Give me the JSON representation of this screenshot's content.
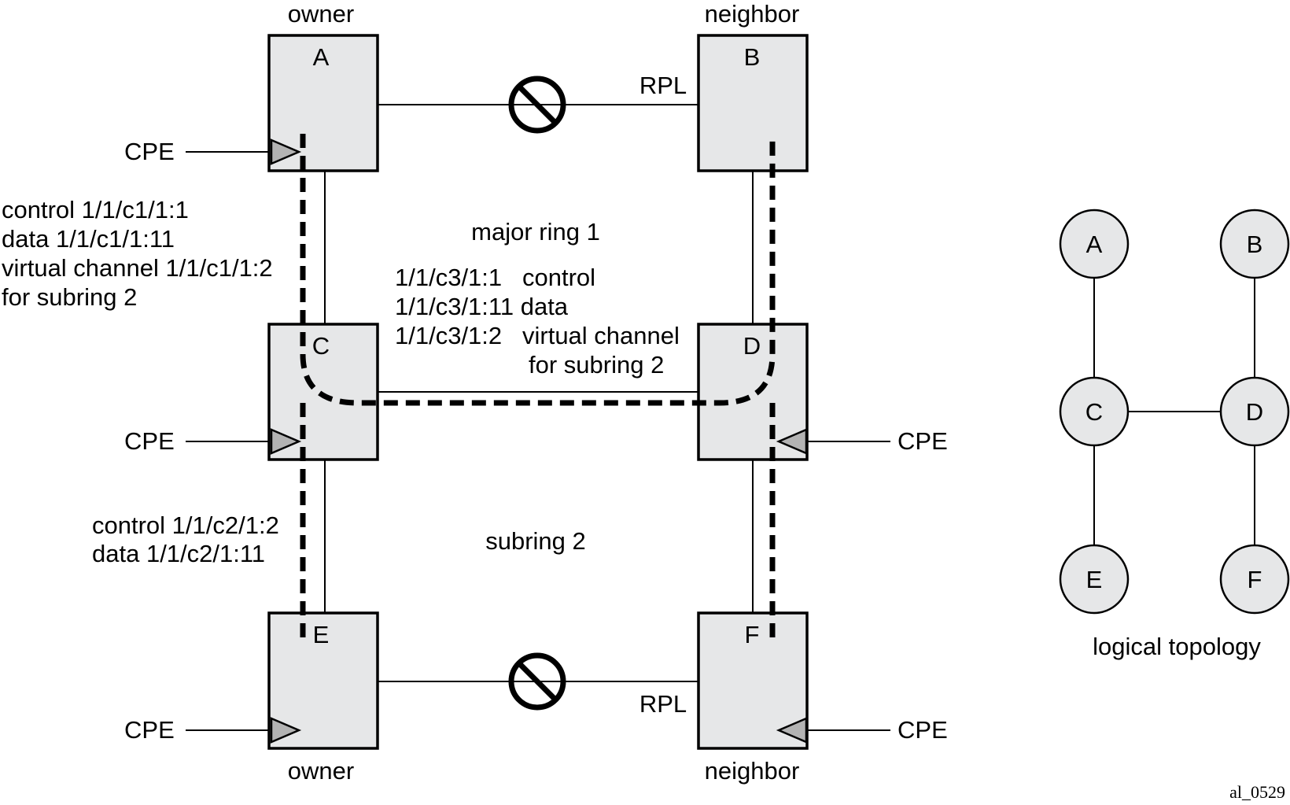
{
  "nodes": {
    "A": {
      "label": "A",
      "role": "owner"
    },
    "B": {
      "label": "B",
      "role": "neighbor"
    },
    "C": {
      "label": "C"
    },
    "D": {
      "label": "D"
    },
    "E": {
      "label": "E",
      "role": "owner"
    },
    "F": {
      "label": "F",
      "role": "neighbor"
    }
  },
  "cpe_label": "CPE",
  "rpl_label": "RPL",
  "rings": {
    "major": "major ring 1",
    "subring": "subring 2"
  },
  "annotations": {
    "ac_link": [
      "control 1/1/c1/1:1",
      "data 1/1/c1/1:11",
      "virtual channel 1/1/c1/1:2",
      "for subring 2"
    ],
    "cd_link": [
      "1/1/c3/1:1   control",
      "1/1/c3/1:11 data",
      "1/1/c3/1:2   virtual channel",
      "for subring 2"
    ],
    "ce_link": [
      "control 1/1/c2/1:2",
      "data 1/1/c2/1:11"
    ]
  },
  "logical_topology": {
    "title": "logical topology",
    "nodes": [
      "A",
      "B",
      "C",
      "D",
      "E",
      "F"
    ]
  },
  "figure_id": "al_0529"
}
